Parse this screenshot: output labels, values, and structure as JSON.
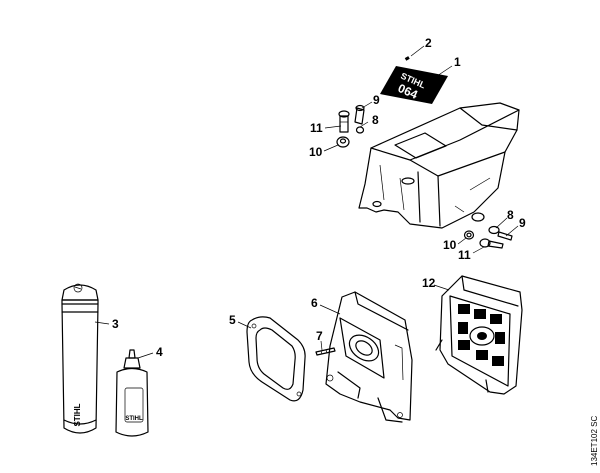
{
  "labels": {
    "p1": "1",
    "p2": "2",
    "p3": "3",
    "p4": "4",
    "p5": "5",
    "p6": "6",
    "p7": "7",
    "p8a": "8",
    "p9a": "9",
    "p10a": "10",
    "p11a": "11",
    "p8b": "8",
    "p9b": "9",
    "p10b": "10",
    "p11b": "11",
    "p12": "12"
  },
  "decal": {
    "brand": "STIHL",
    "model": "064"
  },
  "brand_marks": {
    "spray_can": "STIHL",
    "bottle": "STIHL"
  },
  "reference_code": "134ET102 SC"
}
